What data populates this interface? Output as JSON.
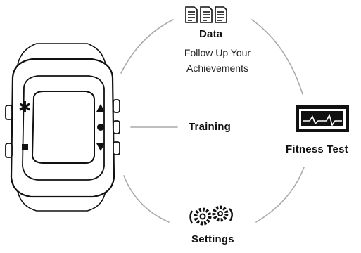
{
  "diagram": {
    "watch": {
      "buttons": {
        "left_top_icon": "asterisk-icon",
        "left_bottom_icon": "square-icon",
        "right_top_icon": "triangle-up-icon",
        "right_middle_icon": "circle-icon",
        "right_bottom_icon": "triangle-down-icon"
      }
    },
    "data_menu": {
      "title": "Data",
      "subtitle_line1": "Follow Up Your",
      "subtitle_line2": "Achievements",
      "icon": "documents-icon"
    },
    "training_menu": {
      "title": "Training"
    },
    "fitness_test_menu": {
      "title": "Fitness Test",
      "icon": "ecg-monitor-icon"
    },
    "settings_menu": {
      "title": "Settings",
      "icon": "gears-icon"
    }
  }
}
